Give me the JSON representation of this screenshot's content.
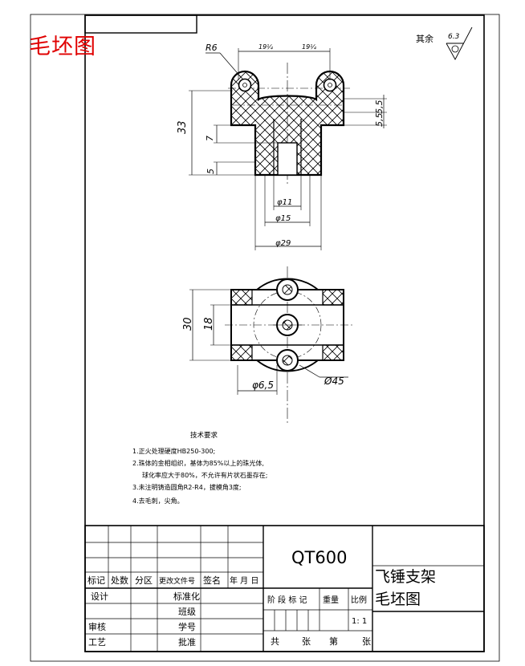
{
  "corner_title": "毛坯图",
  "surface_note": {
    "label": "其余",
    "roughness": "6.3"
  },
  "dimensions": {
    "radius": "R6",
    "half_width_left": "19¼",
    "half_width_right": "19¼",
    "height_33": "33",
    "height_7": "7",
    "height_5": "5",
    "right_5_5_a": "5,5",
    "right_5_5_b": "5,5",
    "dia_11": "φ11",
    "dia_15": "φ15",
    "dia_29": "φ29",
    "plan_30": "30",
    "plan_18": "18",
    "dia_6_5": "φ6,5",
    "dia_45": "Ø45"
  },
  "tech_requirements": {
    "heading": "技术要求",
    "items": [
      "1.正火处理硬度HB250-300;",
      "2.珠体的金相组织，基体为85%以上的珠光体,",
      "球化率应大于80%，不允许有片状石墨存在;",
      "3.未注明铸造圆角R2-R4，拔模角3度;",
      "4.去毛刺，尖角。"
    ]
  },
  "title_block": {
    "drawing_code": "QT600",
    "part_name_line1": "飞锤支架",
    "part_name_line2": "毛坯图",
    "hdr_mark": "标记",
    "hdr_count": "处数",
    "hdr_zone": "分区",
    "hdr_docno": "更改文件号",
    "hdr_sign": "签名",
    "hdr_date": "年 月 日",
    "design": "设计",
    "standardize": "标准化",
    "class": "班级",
    "review": "审核",
    "student_no": "学号",
    "process": "工艺",
    "approve": "批准",
    "stage_mark": "阶 段 标 记",
    "weight": "重量",
    "scale_label": "比例",
    "scale_value": "1: 1",
    "total": "共",
    "sheets": "张",
    "sheet_no": "第",
    "sheet": "张"
  }
}
